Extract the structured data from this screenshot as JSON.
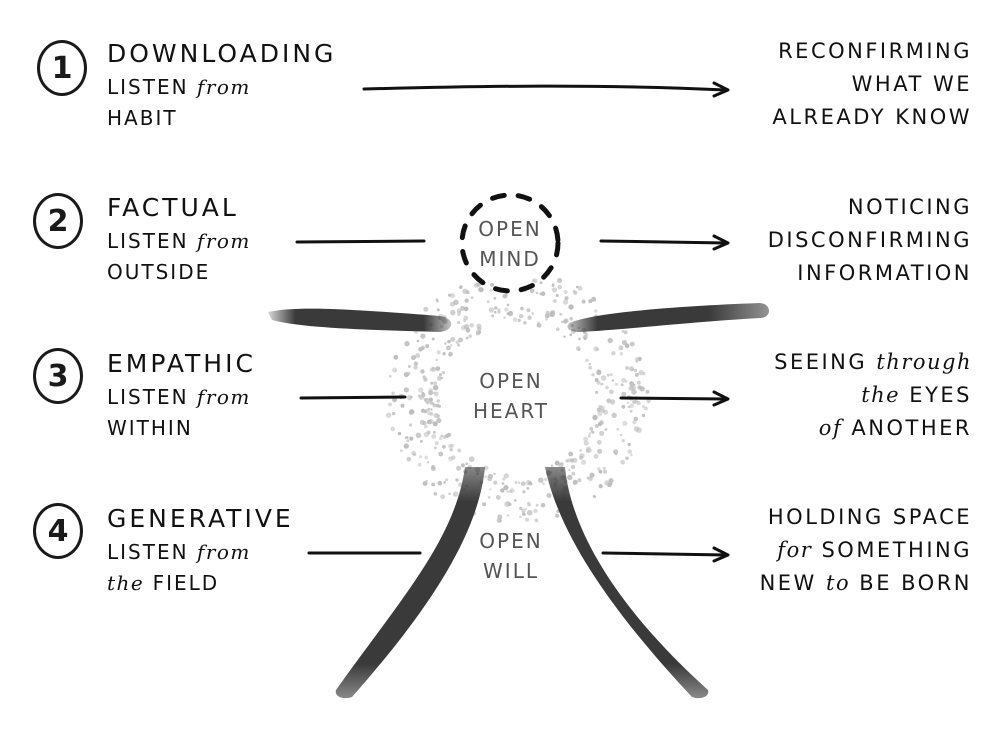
{
  "levels": [
    {
      "number": "1",
      "title": "DOWNLOADING",
      "listen_prefix": "LISTEN",
      "listen_from": "from",
      "source": "HABIT",
      "outcome_lines": [
        "RECONFIRMING",
        "WHAT WE",
        "ALREADY KNOW"
      ]
    },
    {
      "number": "2",
      "title": "FACTUAL",
      "listen_prefix": "LISTEN",
      "listen_from": "from",
      "source": "OUTSIDE",
      "outcome_lines": [
        "NOTICING",
        "DISCONFIRMING",
        "INFORMATION"
      ]
    },
    {
      "number": "3",
      "title": "EMPATHIC",
      "listen_prefix": "LISTEN",
      "listen_from": "from",
      "source": "WITHIN",
      "outcome_parts": [
        {
          "caps": "SEEING",
          "ital": "through"
        },
        {
          "ital": "the",
          "caps": "EYES"
        },
        {
          "ital": "of",
          "caps": "ANOTHER"
        }
      ]
    },
    {
      "number": "4",
      "title": "GENERATIVE",
      "listen_prefix": "LISTEN",
      "listen_from": "from",
      "source_ital": "the",
      "source_caps": "FIELD",
      "outcome_parts": [
        {
          "caps": "HOLDING SPACE"
        },
        {
          "ital": "for",
          "caps": "SOMETHING"
        },
        {
          "caps": "NEW",
          "ital": "to",
          "caps2": "BE BORN"
        }
      ]
    }
  ],
  "figure": {
    "mind": [
      "OPEN",
      "MIND"
    ],
    "heart": [
      "OPEN",
      "HEART"
    ],
    "will": [
      "OPEN",
      "WILL"
    ]
  },
  "colors": {
    "ink": "#111111",
    "limb": "#3a3a3a",
    "dots": "#bdbdbd",
    "center_text": "#555555"
  }
}
